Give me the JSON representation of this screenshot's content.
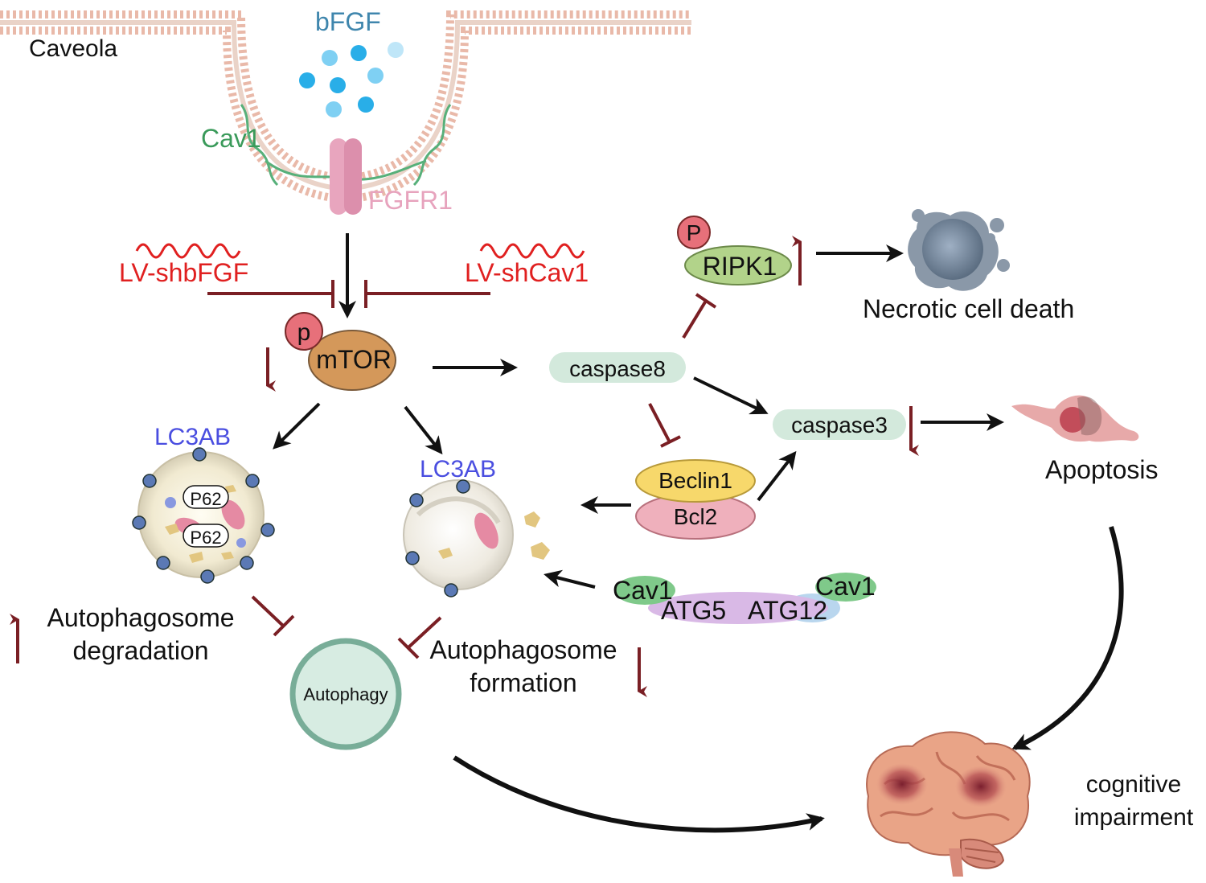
{
  "labels": {
    "caveola": "Caveola",
    "bfgf": "bFGF",
    "cav1_membrane": "Cav1",
    "fgfr1": "FGFR1",
    "lv_shbfgf": "LV-shbFGF",
    "lv_shcav1": "LV-shCav1",
    "p_mtor": "p",
    "mtor": "mTOR",
    "p_ripk1": "P",
    "ripk1": "RIPK1",
    "necrotic": "Necrotic cell death",
    "caspase8": "caspase8",
    "caspase3": "caspase3",
    "apoptosis": "Apoptosis",
    "lc3ab_left": "LC3AB",
    "lc3ab_right": "LC3AB",
    "p62_top": "P62",
    "p62_bottom": "P62",
    "beclin1": "Beclin1",
    "bcl2": "Bcl2",
    "cav1_left": "Cav1",
    "cav1_right": "Cav1",
    "atg5": "ATG5",
    "atg12": "ATG12",
    "degradation_line1": "Autophagosome",
    "degradation_line2": "degradation",
    "formation_line1": "Autophagosome",
    "formation_line2": "formation",
    "autophagy": "Autophagy",
    "cognitive_line1": "cognitive",
    "cognitive_line2": "impairment"
  },
  "colors": {
    "inhibit": "#7a1f24",
    "shRNA": "#e02020",
    "lc3": "#4a4ee0",
    "cav1": "#3a9a5a",
    "fgfr1": "#e7a3bd",
    "bfgf": "#7aaed0",
    "membrane": "#e9b9a9",
    "mtor": "#d4985a",
    "ripk1": "#b2d38a",
    "phospho": "#e7707a",
    "caspase": "#d3e9dc",
    "beclin1": "#f7d86b",
    "bcl2": "#efb0bc",
    "atg": "#d9b9e6",
    "atg12_tail": "#b9d6ee",
    "autophagy_ring": "#78ad98",
    "autophagy_fill": "#d7ece2"
  }
}
